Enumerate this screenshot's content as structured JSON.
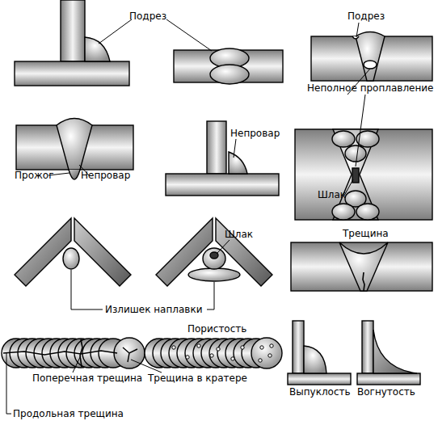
{
  "diagram": {
    "labels": [
      "Подрез",
      "Подрез",
      "Неполное проплавление",
      "Непровар",
      "Прожог",
      "Непровар",
      "Шлак",
      "Шлак",
      "Трещина",
      "Излишек наплавки",
      "Пористость",
      "Поперечная трещина",
      "Трещина в кратере",
      "Выпуклость",
      "Вогнутость",
      "Продольная трещина"
    ]
  }
}
